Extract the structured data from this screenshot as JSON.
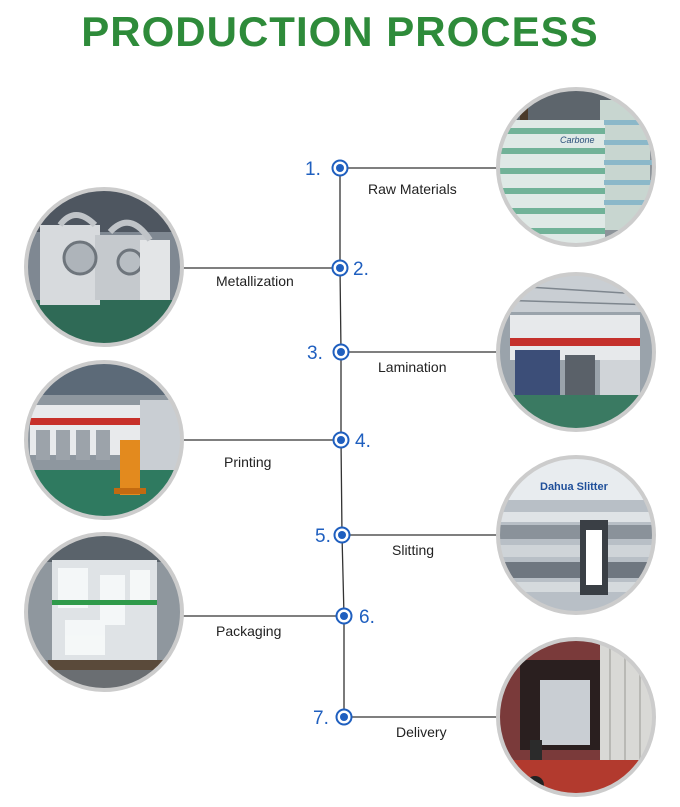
{
  "title": "PRODUCTION PROCESS",
  "colors": {
    "title": "#2e8b3a",
    "step_number": "#1f5fbf",
    "node": "#1f5fbf",
    "line": "#333333",
    "photo_ring": "#cccccc"
  },
  "steps": [
    {
      "number": "1.",
      "label": "Raw Materials",
      "photo": "raw-materials-photo",
      "side": "right"
    },
    {
      "number": "2.",
      "label": "Metallization",
      "photo": "metallization-photo",
      "side": "left"
    },
    {
      "number": "3.",
      "label": "Lamination",
      "photo": "lamination-photo",
      "side": "right"
    },
    {
      "number": "4.",
      "label": "Printing",
      "photo": "printing-photo",
      "side": "left"
    },
    {
      "number": "5.",
      "label": "Slitting",
      "photo": "slitting-photo",
      "side": "right"
    },
    {
      "number": "6.",
      "label": "Packaging",
      "photo": "packaging-photo",
      "side": "left"
    },
    {
      "number": "7.",
      "label": "Delivery",
      "photo": "delivery-photo",
      "side": "right"
    }
  ],
  "photo_text": {
    "slitter_sign": "Dahua Slitter",
    "bag_text": "Carbone"
  }
}
